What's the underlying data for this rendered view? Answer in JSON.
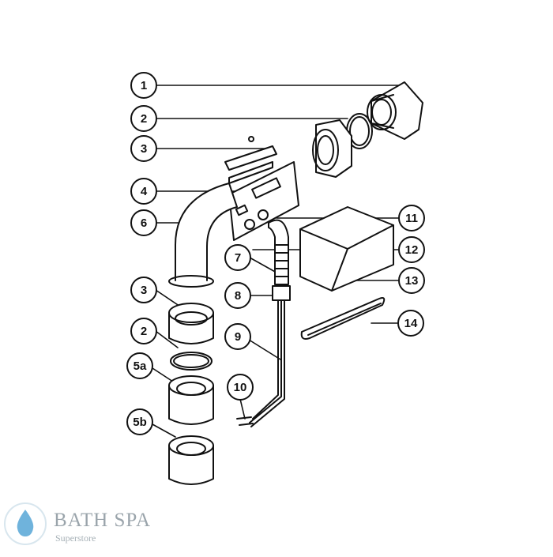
{
  "diagram": {
    "callouts": [
      {
        "id": "c1",
        "label": "1"
      },
      {
        "id": "c2a",
        "label": "2"
      },
      {
        "id": "c3a",
        "label": "3"
      },
      {
        "id": "c4",
        "label": "4"
      },
      {
        "id": "c6",
        "label": "6"
      },
      {
        "id": "c7",
        "label": "7"
      },
      {
        "id": "c8",
        "label": "8"
      },
      {
        "id": "c3b",
        "label": "3"
      },
      {
        "id": "c2b",
        "label": "2"
      },
      {
        "id": "c5a",
        "label": "5a"
      },
      {
        "id": "c9",
        "label": "9"
      },
      {
        "id": "c10",
        "label": "10"
      },
      {
        "id": "c5b",
        "label": "5b"
      },
      {
        "id": "c11",
        "label": "11"
      },
      {
        "id": "c12",
        "label": "12"
      },
      {
        "id": "c13",
        "label": "13"
      },
      {
        "id": "c14",
        "label": "14"
      }
    ]
  },
  "brand": {
    "name": "BATH SPA",
    "tagline": "Superstore",
    "logo_icon": "water-drop-icon",
    "accent": "#6fb3dc"
  }
}
